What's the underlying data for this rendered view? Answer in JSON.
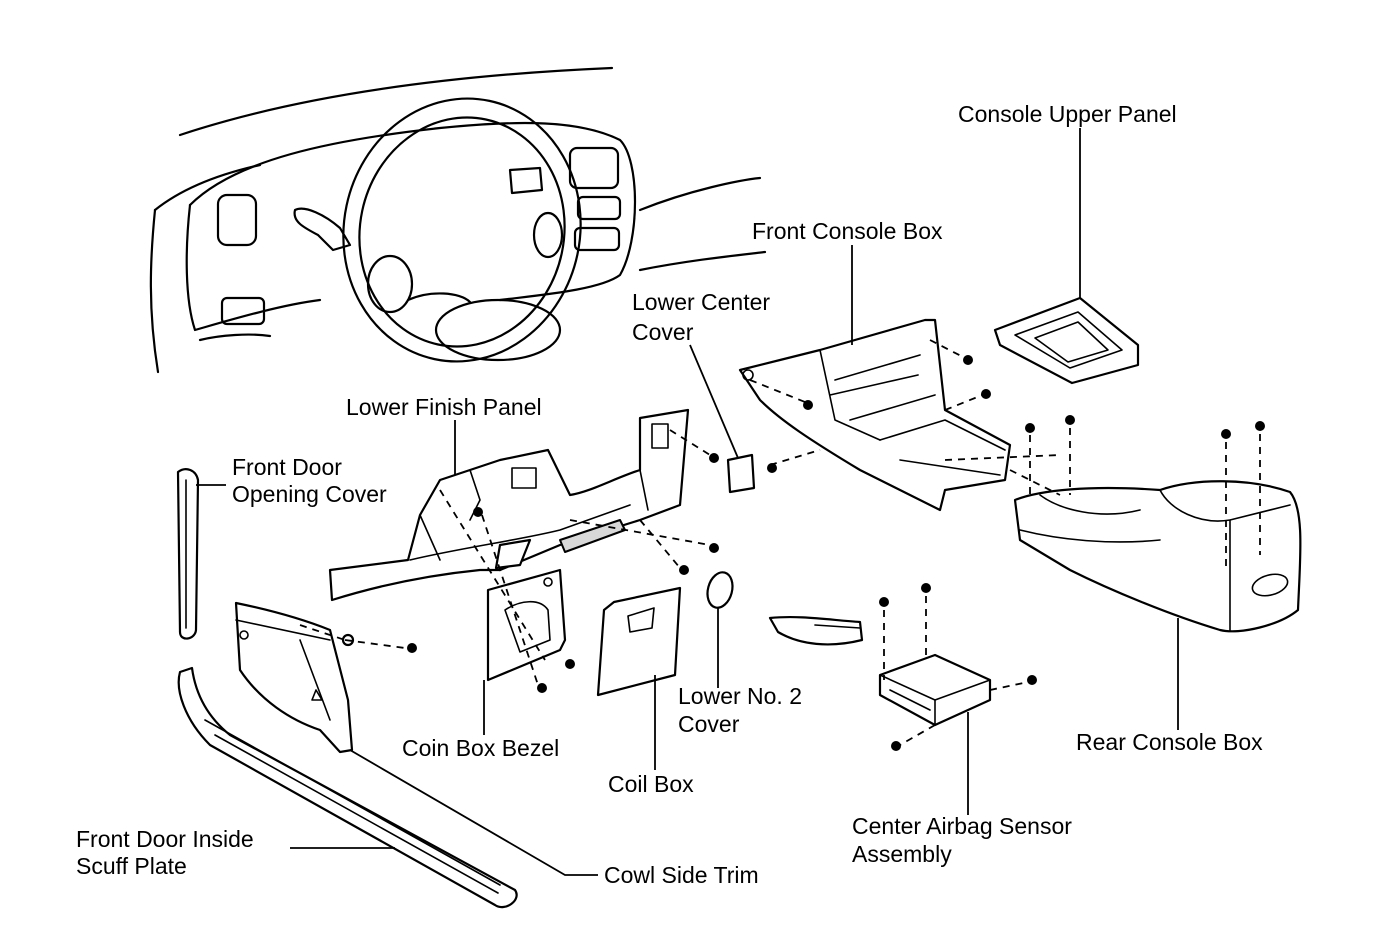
{
  "labels": {
    "console_upper_panel": "Console Upper Panel",
    "front_console_box": "Front Console Box",
    "lower_center_cover_1": "Lower Center",
    "lower_center_cover_2": "Cover",
    "lower_finish_panel": "Lower Finish Panel",
    "front_door_opening_cover_1": "Front Door",
    "front_door_opening_cover_2": "Opening Cover",
    "lower_no2_cover_1": "Lower No. 2",
    "lower_no2_cover_2": "Cover",
    "coin_box_bezel": "Coin Box Bezel",
    "coil_box": "Coil Box",
    "rear_console_box": "Rear Console Box",
    "center_airbag_sensor_1": "Center Airbag Sensor",
    "center_airbag_sensor_2": "Assembly",
    "front_door_inside_scuff_plate_1": "Front Door Inside",
    "front_door_inside_scuff_plate_2": "Scuff Plate",
    "cowl_side_trim": "Cowl Side Trim"
  }
}
